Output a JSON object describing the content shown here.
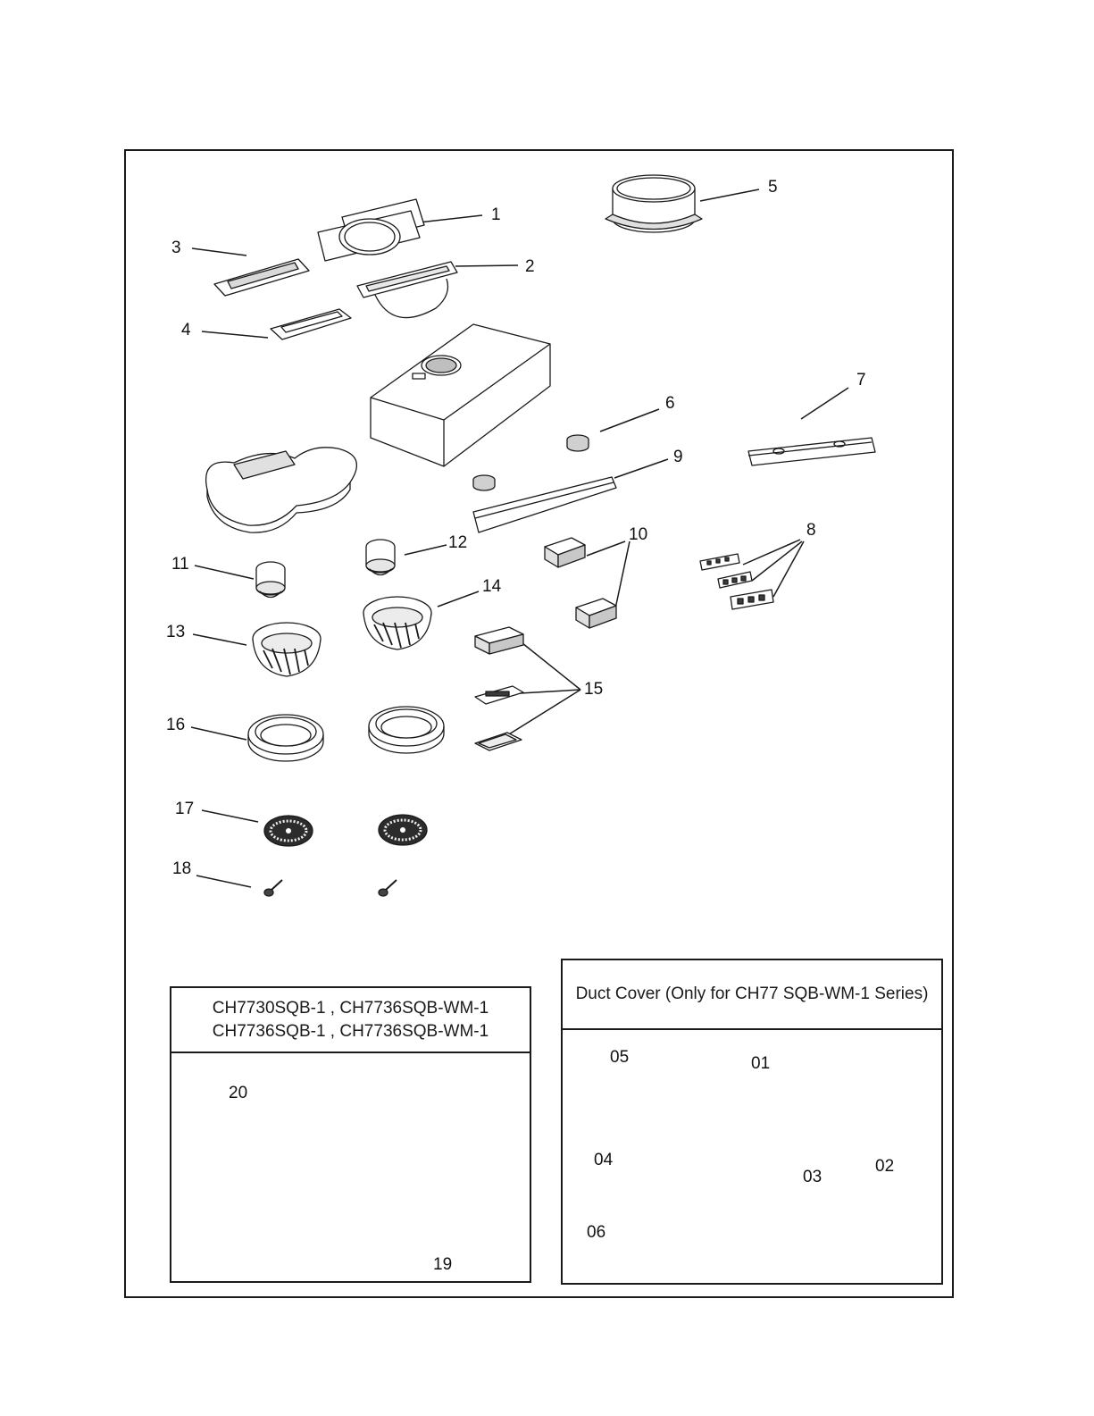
{
  "main_callouts": [
    "1",
    "2",
    "3",
    "4",
    "5",
    "6",
    "7",
    "8",
    "9",
    "10",
    "11",
    "12",
    "13",
    "14",
    "15",
    "16",
    "17",
    "18"
  ],
  "filter_box": {
    "title_line1": "CH7730SQB-1 , CH7736SQB-WM-1",
    "title_line2": "CH7736SQB-1 , CH7736SQB-WM-1",
    "callouts": [
      "20",
      "19"
    ]
  },
  "duct_box": {
    "title": "Duct Cover (Only for CH77 SQB-WM-1 Series)",
    "callouts": [
      "05",
      "01",
      "04",
      "02",
      "03",
      "06"
    ]
  },
  "colors": {
    "line": "#1a1a1a",
    "fill_light": "#f2f2f2",
    "fill_mid": "#cfcfcf",
    "fill_dark": "#3a3a3a"
  }
}
